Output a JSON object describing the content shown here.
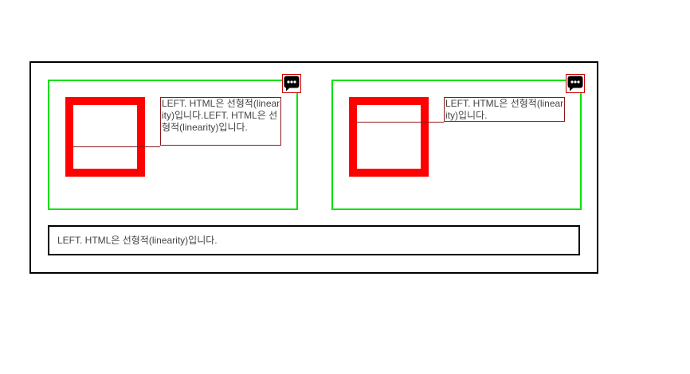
{
  "left_card": {
    "caption": "LEFT. HTML은 선형적(linearity)입니다.LEFT. HTML은 선형적(linearity)입니다.",
    "icon": "chat-bubble-icon"
  },
  "right_card": {
    "caption": "LEFT. HTML은 선형적(linearity)입니다.",
    "icon": "chat-bubble-icon"
  },
  "bottom_bar": {
    "text": "LEFT. HTML은 선형적(linearity)입니다."
  },
  "colors": {
    "panel_border": "#00e000",
    "red_frame": "#ff0000",
    "caption_border": "#8b1a1a"
  }
}
